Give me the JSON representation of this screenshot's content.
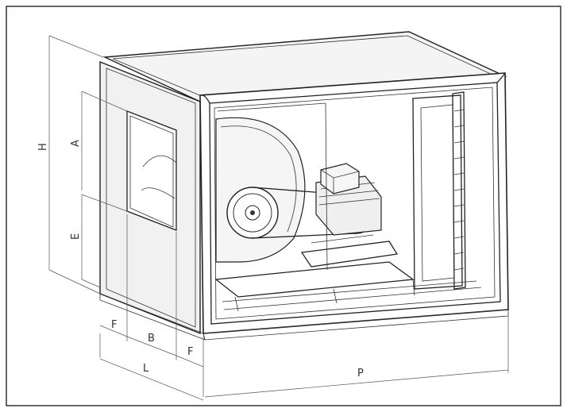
{
  "dimensions": {
    "H": "H",
    "A": "A",
    "E": "E",
    "F_left": "F",
    "B": "B",
    "F_right": "F",
    "L": "L",
    "P": "P"
  },
  "colors": {
    "line": "#222222",
    "panel": "#f2f2f2",
    "frame": "#dcdcdc",
    "dimension": "#555555"
  }
}
